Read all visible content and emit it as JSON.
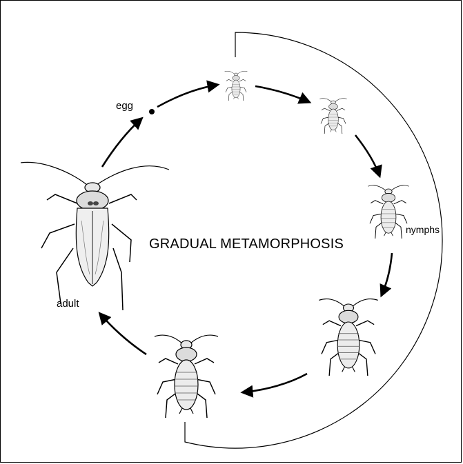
{
  "diagram": {
    "title": "GRADUAL METAMORPHOSIS",
    "labels": {
      "egg": "egg",
      "nymphs": "nymphs",
      "adult": "adult"
    },
    "stages": [
      {
        "name": "egg"
      },
      {
        "name": "nymph-1"
      },
      {
        "name": "nymph-2"
      },
      {
        "name": "nymph-3"
      },
      {
        "name": "nymph-4"
      },
      {
        "name": "nymph-5"
      },
      {
        "name": "adult"
      }
    ],
    "colors": {
      "line": "#000000",
      "insect_fill": "#e8e8e8",
      "background": "#ffffff"
    }
  }
}
